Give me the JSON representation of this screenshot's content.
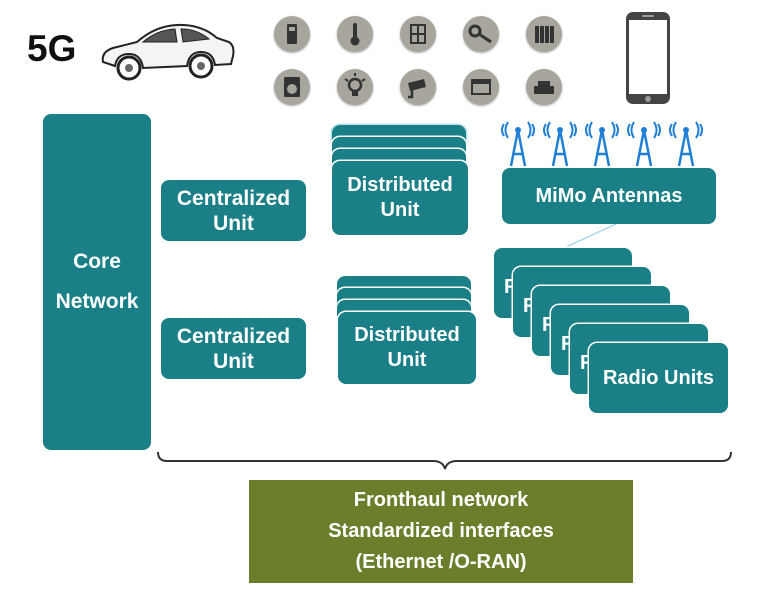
{
  "header": {
    "label_5g": "5G"
  },
  "core_network": {
    "line1": "Core",
    "line2": "Network"
  },
  "centralized_units": [
    {
      "line1": "Centralized",
      "line2": "Unit"
    },
    {
      "line1": "Centralized",
      "line2": "Unit"
    }
  ],
  "distributed_units": [
    {
      "line1": "Distributed",
      "line2": "Unit"
    },
    {
      "line1": "Distributed",
      "line2": "Unit"
    }
  ],
  "antennas": {
    "label": "MiMo Antennas"
  },
  "radio_units": {
    "label": "Radio Units",
    "partial_label": "R"
  },
  "fronthaul": {
    "line1": "Fronthaul network",
    "line2": "Standardized interfaces",
    "line3": "(Ethernet /O-RAN)"
  },
  "colors": {
    "teal_box": "#1a7f86",
    "olive_box": "#6b7e2c",
    "icon_circle": "#a8a59c",
    "antenna_blue": "#1f7fd4"
  },
  "icons": [
    "car-icon",
    "smart-lock-icon",
    "thermometer-icon",
    "switch-panel-icon",
    "key-icon",
    "radiator-icon",
    "washing-machine-icon",
    "lightbulb-icon",
    "security-camera-icon",
    "oven-icon",
    "router-icon",
    "smartphone-icon",
    "antenna-icon"
  ]
}
